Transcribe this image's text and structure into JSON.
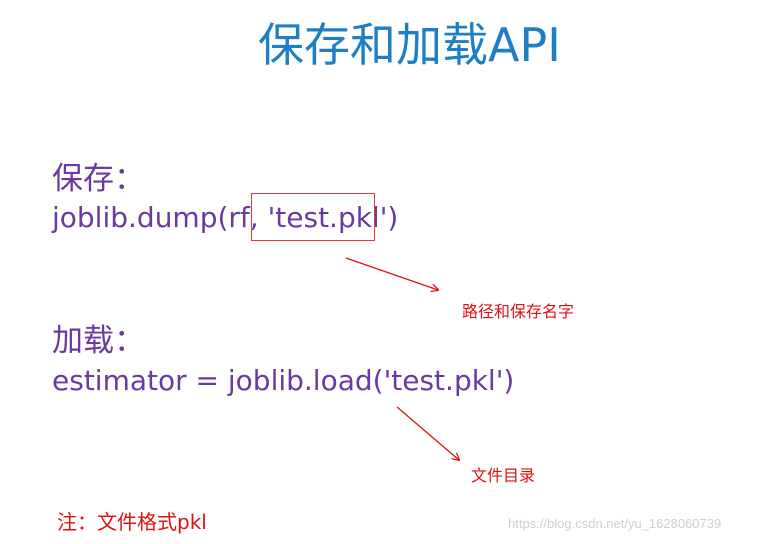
{
  "slide": {
    "title": "保存和加载API",
    "save": {
      "heading": "保存：",
      "code_prefix": "joblib.dump(rf, ",
      "code_highlight": "'test.pkl'",
      "code_suffix": ")"
    },
    "load": {
      "heading": "加载：",
      "code": "estimator = joblib.load('test.pkl')"
    },
    "annotations": {
      "path_label": "路径和保存名字",
      "dir_label": "文件目录"
    },
    "note": "注：文件格式pkl",
    "watermark": "https://blog.csdn.net/yu_1628060739"
  },
  "colors": {
    "title": "#1f7fc4",
    "body_text": "#6b3aa0",
    "annotation": "#e01010",
    "watermark": "#cfcfcf"
  }
}
